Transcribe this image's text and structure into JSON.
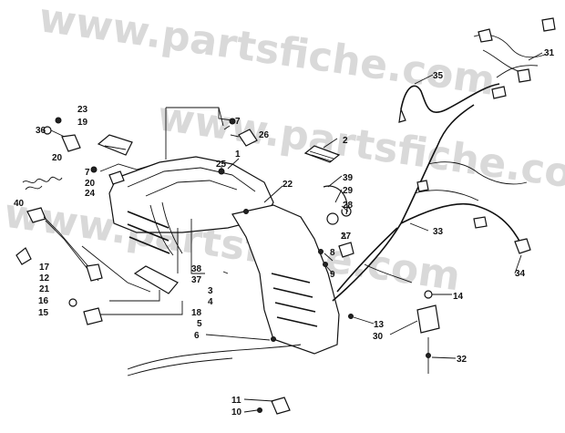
{
  "watermark": "www.partsfiche.com",
  "callouts": [
    {
      "id": "c1",
      "text": "1"
    },
    {
      "id": "c2",
      "text": "2"
    },
    {
      "id": "c3",
      "text": "3"
    },
    {
      "id": "c4",
      "text": "4"
    },
    {
      "id": "c5",
      "text": "5"
    },
    {
      "id": "c6",
      "text": "6"
    },
    {
      "id": "c7a",
      "text": "7"
    },
    {
      "id": "c7b",
      "text": "7"
    },
    {
      "id": "c8",
      "text": "8"
    },
    {
      "id": "c9",
      "text": "9"
    },
    {
      "id": "c10",
      "text": "10"
    },
    {
      "id": "c11",
      "text": "11"
    },
    {
      "id": "c12",
      "text": "12"
    },
    {
      "id": "c13",
      "text": "13"
    },
    {
      "id": "c14",
      "text": "14"
    },
    {
      "id": "c15",
      "text": "15"
    },
    {
      "id": "c16",
      "text": "16"
    },
    {
      "id": "c17",
      "text": "17"
    },
    {
      "id": "c18",
      "text": "18"
    },
    {
      "id": "c19",
      "text": "19"
    },
    {
      "id": "c20a",
      "text": "20"
    },
    {
      "id": "c20b",
      "text": "20"
    },
    {
      "id": "c21",
      "text": "21"
    },
    {
      "id": "c22",
      "text": "22"
    },
    {
      "id": "c23",
      "text": "23"
    },
    {
      "id": "c24",
      "text": "24"
    },
    {
      "id": "c25",
      "text": "25"
    },
    {
      "id": "c26",
      "text": "26"
    },
    {
      "id": "c27",
      "text": "27"
    },
    {
      "id": "c28",
      "text": "28"
    },
    {
      "id": "c29",
      "text": "29"
    },
    {
      "id": "c30",
      "text": "30"
    },
    {
      "id": "c31",
      "text": "31"
    },
    {
      "id": "c32",
      "text": "32"
    },
    {
      "id": "c33",
      "text": "33"
    },
    {
      "id": "c34",
      "text": "34"
    },
    {
      "id": "c35",
      "text": "35"
    },
    {
      "id": "c36",
      "text": "36"
    },
    {
      "id": "c37",
      "text": "37"
    },
    {
      "id": "c38",
      "text": "38"
    },
    {
      "id": "c39",
      "text": "39"
    },
    {
      "id": "c40",
      "text": "40"
    }
  ]
}
